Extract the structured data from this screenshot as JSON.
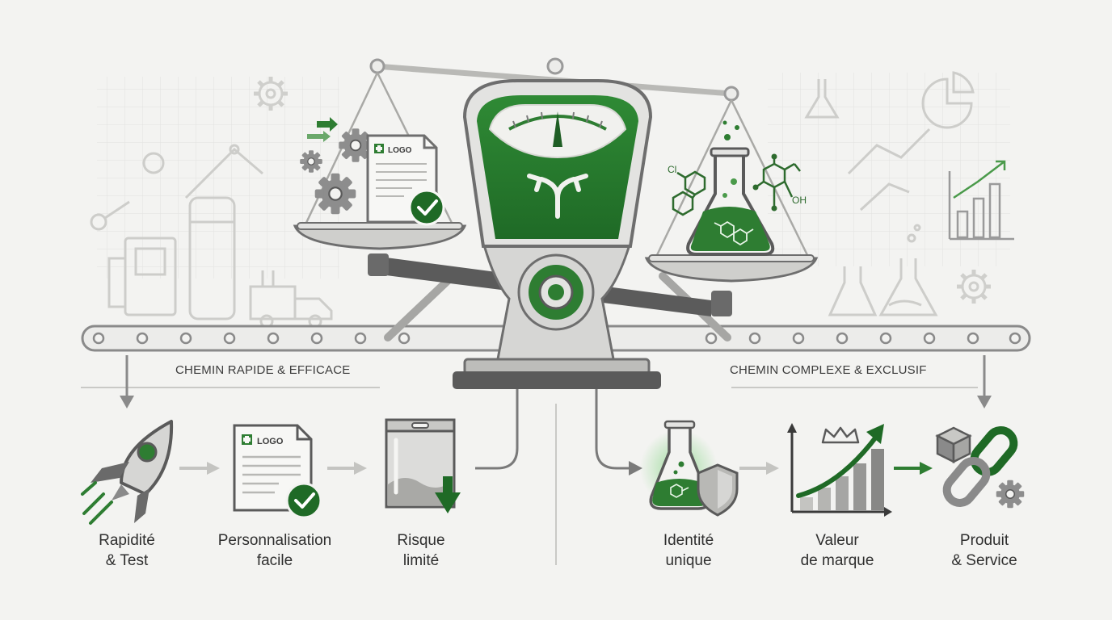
{
  "colors": {
    "background": "#f3f3f1",
    "green": "#2e7d32",
    "dark_green": "#1f5e24",
    "gray": "#9a9a9a",
    "dark_gray": "#5a5a5a"
  },
  "paths": {
    "left": "CHEMIN RAPIDE & EFFICACE",
    "right": "CHEMIN COMPLEXE & EXCLUSIF"
  },
  "scale": {
    "dial_icon": "split-arrow-icon",
    "left_pan_icons": [
      "gear-icon",
      "document-logo-icon",
      "check-badge-icon"
    ],
    "right_pan_icons": [
      "flask-icon",
      "molecule-icon"
    ],
    "left_pan_logo": "LOGO",
    "molecule_labels": [
      "Cl",
      "OH"
    ]
  },
  "left_steps": [
    {
      "icon": "rocket-icon",
      "line1": "Rapidité",
      "line2": "& Test"
    },
    {
      "icon": "document-logo-icon",
      "line1": "Personnalisation",
      "line2": "facile",
      "logo": "LOGO"
    },
    {
      "icon": "pouch-down-icon",
      "line1": "Risque",
      "line2": "limité"
    }
  ],
  "right_steps": [
    {
      "icon": "flask-shield-icon",
      "line1": "Identité",
      "line2": "unique"
    },
    {
      "icon": "growth-chart-crown-icon",
      "line1": "Valeur",
      "line2": "de marque"
    },
    {
      "icon": "chain-box-gear-icon",
      "line1": "Produit",
      "line2": "& Service"
    }
  ]
}
